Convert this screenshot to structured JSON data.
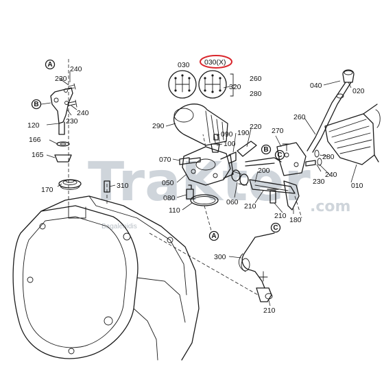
{
  "colors": {
    "accent": "#d9262c",
    "watermark": "#a9b4bf",
    "ink": "#1a1a1a"
  },
  "watermark": {
    "brand": "TraKter",
    "domain": ".com",
    "sub": "Bagalenidis"
  },
  "variants": {
    "standard": "030",
    "highlighted": "030(X)"
  },
  "markers": [
    "A",
    "B",
    "C"
  ],
  "parts": {
    "p010": "010",
    "p020": "020",
    "p040": "040",
    "p050": "050",
    "p060": "060",
    "p070": "070",
    "p080": "080",
    "p090": "090",
    "p100": "100",
    "p110": "110",
    "p120": "120",
    "p165": "165",
    "p166": "166",
    "p170": "170",
    "p180": "180",
    "p190": "190",
    "p200": "200",
    "p210": "210",
    "p220": "220",
    "p230": "230",
    "p240": "240",
    "p260": "260",
    "p270": "270",
    "p280": "280",
    "p290": "290",
    "p300": "300",
    "p310": "310",
    "p320": "320"
  }
}
